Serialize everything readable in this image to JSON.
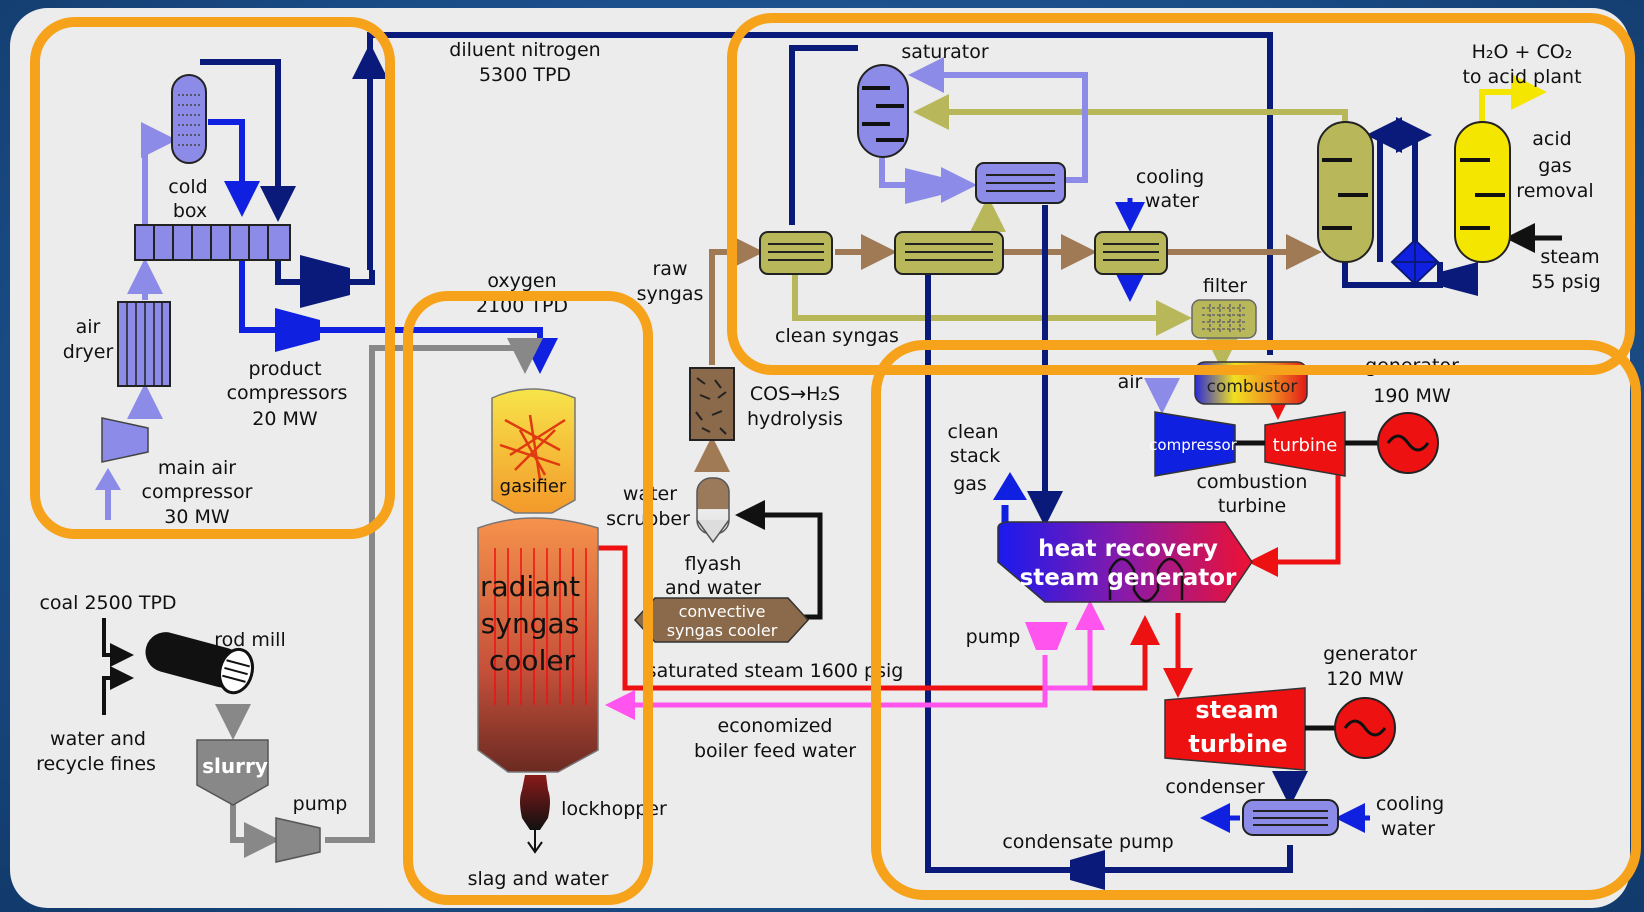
{
  "labels": {
    "diluent_nitrogen": "diluent nitrogen",
    "diluent_nitrogen_rate": "5300 TPD",
    "oxygen": "oxygen",
    "oxygen_rate": "2100 TPD",
    "cold": "cold",
    "box": "box",
    "air": "air",
    "dryer": "dryer",
    "product": "product",
    "compressors": "compressors",
    "product_power": "20 MW",
    "main_air": "main air",
    "compressor": "compressor",
    "main_air_power": "30 MW",
    "coal": "coal 2500 TPD",
    "rod_mill": "rod mill",
    "water_and": "water and",
    "recycle_fines": "recycle fines",
    "slurry": "slurry",
    "pump_slurry": "pump",
    "gasifier": "gasifier",
    "radiant": "radiant",
    "syngas": "syngas",
    "cooler": "cooler",
    "lockhopper": "lockhopper",
    "slag_and_water": "slag and water",
    "raw": "raw",
    "raw_syngas": "syngas",
    "cos_hydrolysis_1": "COS→H₂S",
    "cos_hydrolysis_2": "hydrolysis",
    "water": "water",
    "scrubber": "scrubber",
    "flyash": "flyash",
    "and_water": "and water",
    "convective": "convective",
    "syngas_cooler": "syngas cooler",
    "saturated_steam": "saturated steam 1600 psig",
    "economized": "economized",
    "boiler_feed_water": "boiler feed water",
    "saturator": "saturator",
    "cooling": "cooling",
    "cooling_water": "water",
    "clean_syngas": "clean syngas",
    "filter": "filter",
    "acid_plant_1": "H₂O + CO₂",
    "acid_plant_2": "to acid plant",
    "acid": "acid",
    "gas": "gas",
    "removal": "removal",
    "steam": "steam",
    "steam_pressure": "55 psig",
    "combustor": "combustor",
    "air_ct": "air",
    "compressor_ct": "compressor",
    "turbine_ct": "turbine",
    "generator": "generator",
    "generator_190": "190 MW",
    "combustion": "combustion",
    "turbine": "turbine",
    "clean": "clean",
    "stack": "stack",
    "stack_gas": "gas",
    "hrsg_1": "heat recovery",
    "hrsg_2": "steam generator",
    "pump_hrsg": "pump",
    "generator2": "generator",
    "generator_120": "120 MW",
    "steam_turbine_1": "steam",
    "steam_turbine_2": "turbine",
    "condenser": "condenser",
    "cooling2": "cooling",
    "water2": "water",
    "condensate_pump": "condensate pump"
  },
  "colors": {
    "highlight": "#f7a21b",
    "nitrogen_line": "#0a1a7a",
    "oxygen_line": "#1020e0",
    "air_line": "#8c8ce8",
    "syngas_line": "#a07a55",
    "clean_syngas_line": "#b8b85a",
    "steam_line": "#ee1111",
    "feedwater_line": "#ff55ee",
    "slurry_line": "#888888"
  }
}
